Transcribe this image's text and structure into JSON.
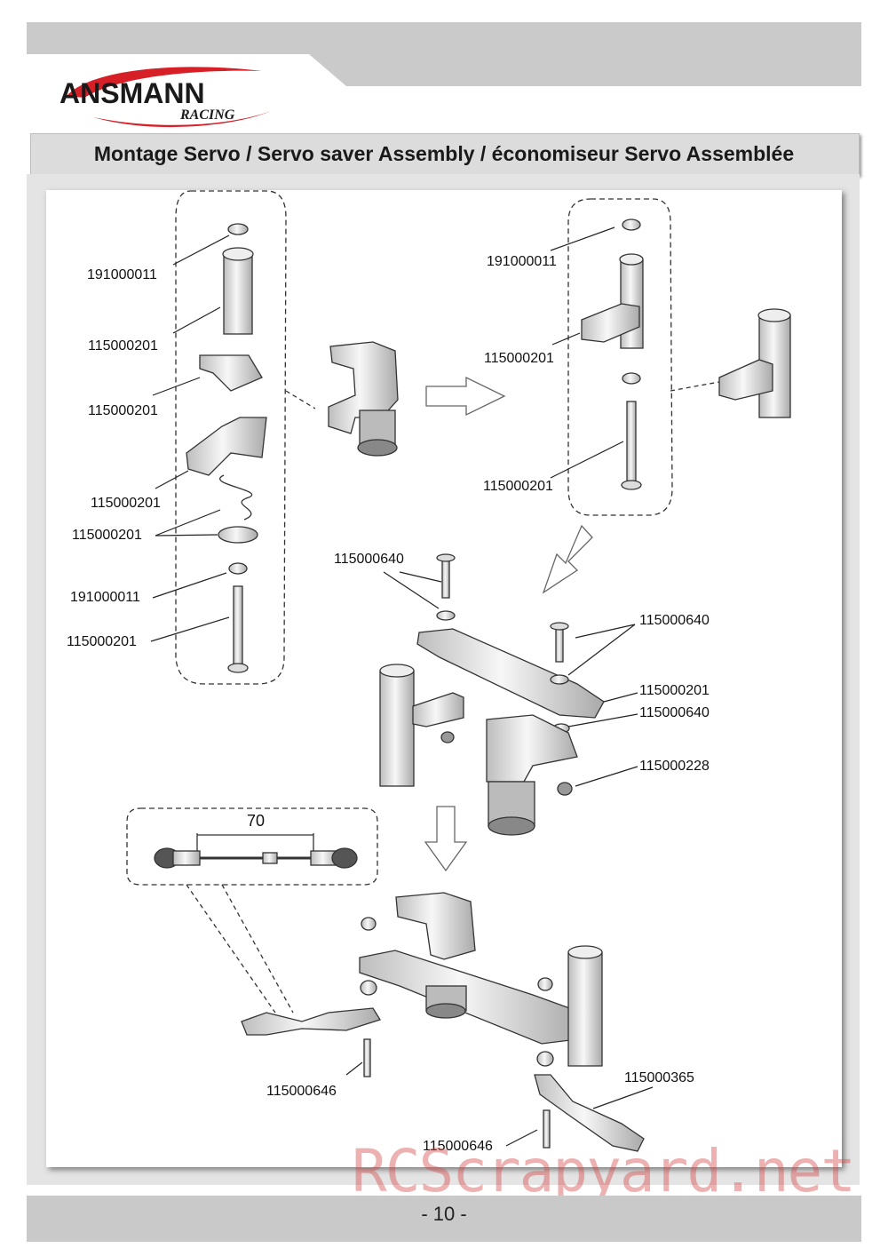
{
  "brand": {
    "name": "ANSMANN",
    "sub": "RACING"
  },
  "title": "Montage Servo / Servo saver Assembly / économiseur Servo Assemblée",
  "page_number": "- 10 -",
  "watermark": "RCScrapyard.net",
  "dimension": "70",
  "parts": {
    "l1": "191000011",
    "l2": "115000201",
    "l3": "115000201",
    "l4": "115000201",
    "l5": "115000201",
    "l6": "191000011",
    "l7": "115000201",
    "r1": "191000011",
    "r2": "115000201",
    "r3": "115000201",
    "m1": "115000640",
    "m2": "115000640",
    "m3": "115000201",
    "m4": "115000640",
    "m5": "115000228",
    "b1": "115000646",
    "b2": "115000365",
    "b3": "115000646"
  }
}
